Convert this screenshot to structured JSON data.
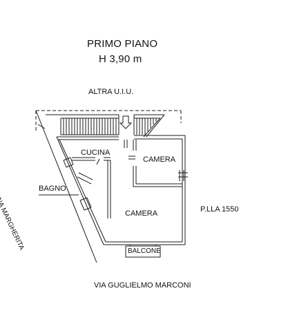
{
  "title": {
    "floor": "PRIMO PIANO",
    "height": "H 3,90 m"
  },
  "labels": {
    "neighbor_unit": "ALTRA U.I.U.",
    "kitchen": "CUCINA",
    "bedroom_1": "CAMERA",
    "bathroom": "BAGNO",
    "bedroom_2": "CAMERA",
    "parcel": "P.LLA 1550",
    "balcony": "BALCONE",
    "street_left": "VIA REGINA MARGHERITA",
    "street_bottom": "VIA GUGLIELMO MARCONI"
  },
  "colors": {
    "line": "#1a1a1a",
    "background": "#ffffff"
  }
}
